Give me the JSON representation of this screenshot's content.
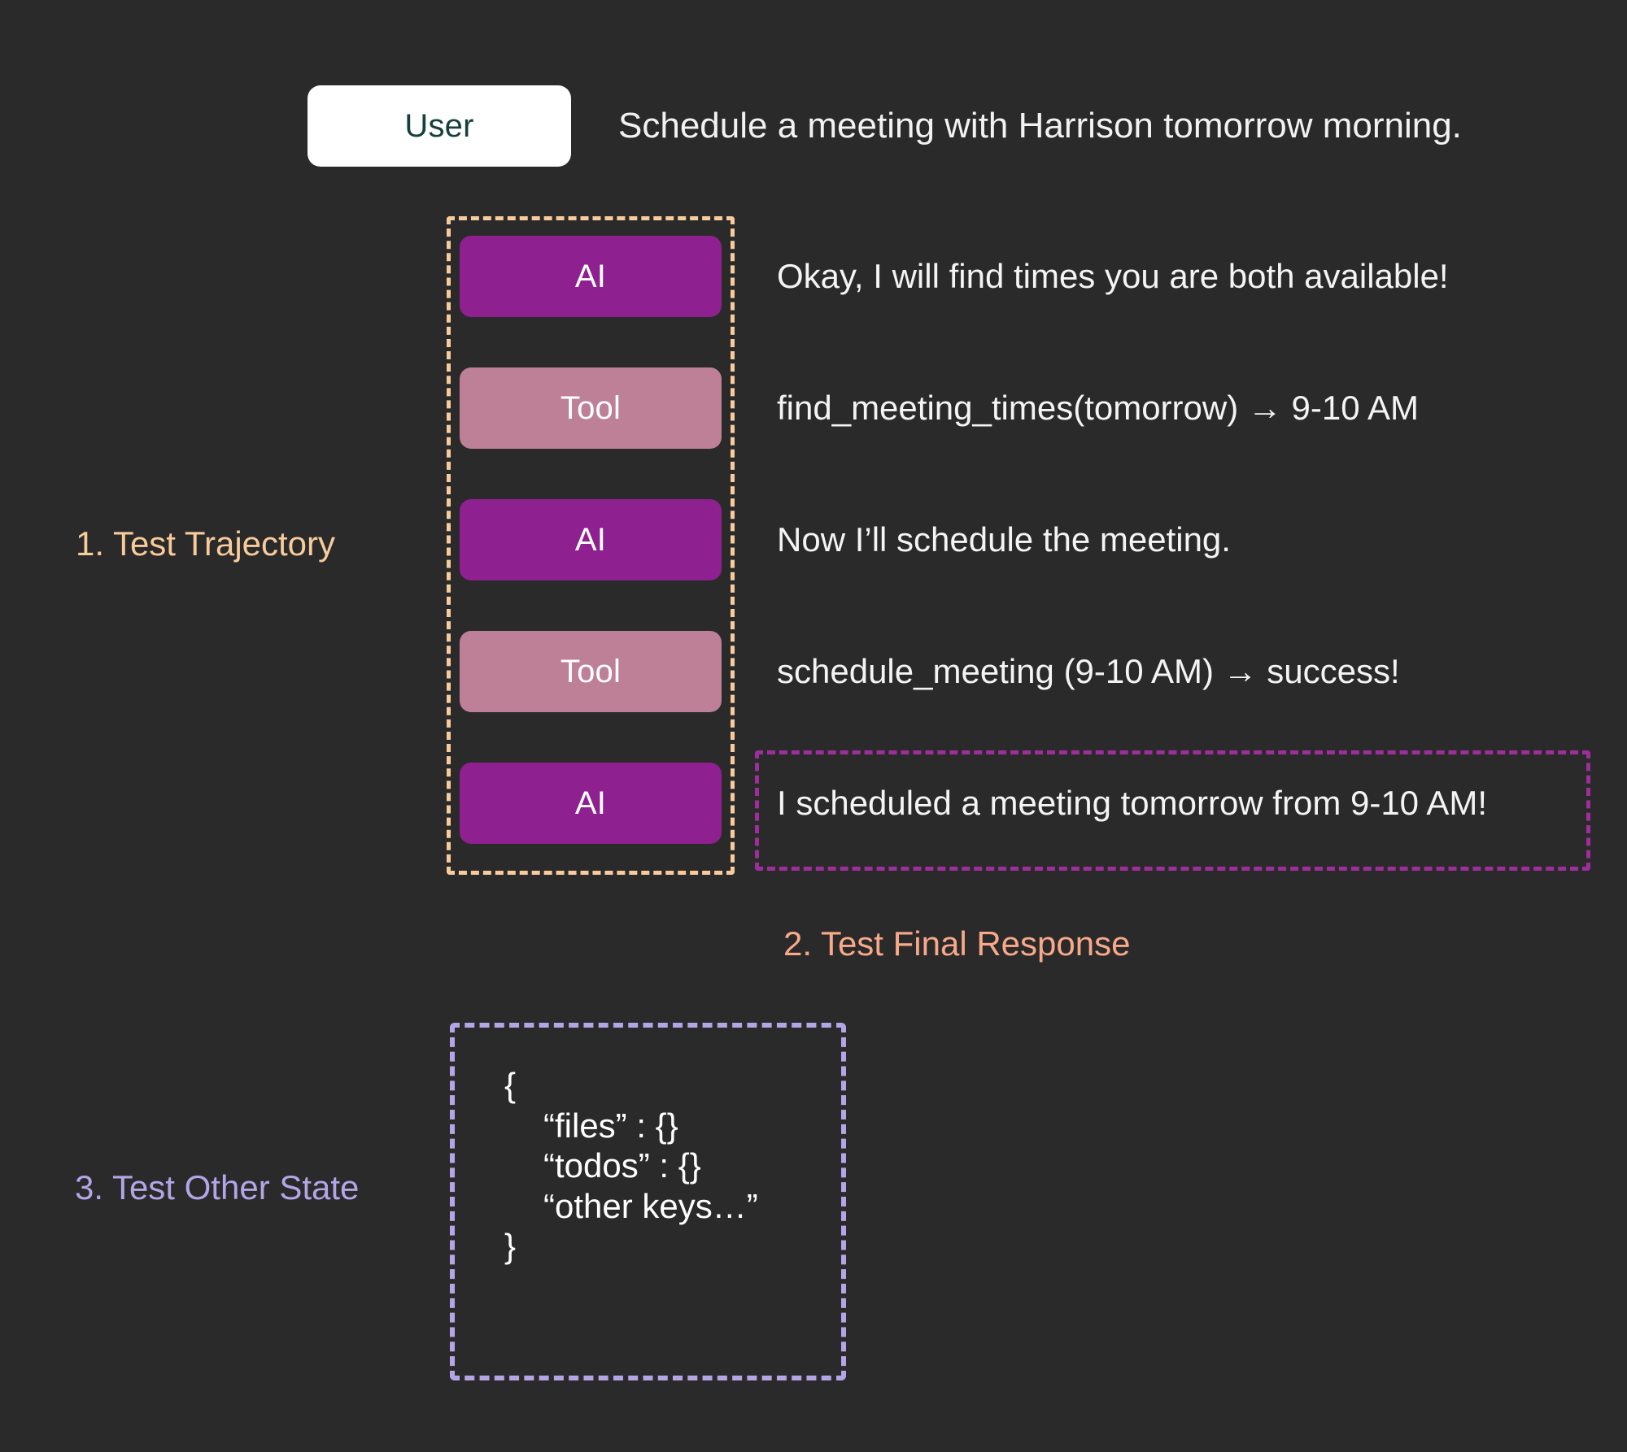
{
  "theme": {
    "background": "#2a2a2a",
    "text_primary": "#f4f4f4",
    "badge_ai": "#8e2090",
    "badge_tool": "#bd8097",
    "user_pill_bg": "#ffffff",
    "user_pill_text": "#17403c",
    "trajectory_border": "#f7cb9c",
    "final_response_border": "#9e2e9c",
    "state_border": "#b4a5e6",
    "caption_1": "#f8cb9a",
    "caption_2": "#f9a98a",
    "caption_3": "#b4a5e6"
  },
  "conversation": {
    "user": {
      "role_label": "User",
      "message": "Schedule a meeting with Harrison tomorrow morning."
    },
    "steps": [
      {
        "role_label": "AI",
        "role_kind": "ai",
        "message": "Okay, I will find times you are both available!"
      },
      {
        "role_label": "Tool",
        "role_kind": "tool",
        "message": "find_meeting_times(tomorrow) → 9-10 AM"
      },
      {
        "role_label": "AI",
        "role_kind": "ai",
        "message": "Now I’ll schedule the meeting."
      },
      {
        "role_label": "Tool",
        "role_kind": "tool",
        "message": "schedule_meeting (9-10 AM) → success!"
      },
      {
        "role_label": "AI",
        "role_kind": "ai",
        "message": "I scheduled a meeting tomorrow from 9-10 AM!"
      }
    ]
  },
  "captions": {
    "trajectory": "1.  Test Trajectory",
    "final_response": "2.  Test Final Response",
    "other_state": "3.  Test Other State"
  },
  "state_json": {
    "line_open": "{",
    "line_files": "“files” : {}",
    "line_todos": "“todos” : {}",
    "line_other": "“other keys…”",
    "line_close": "}"
  }
}
